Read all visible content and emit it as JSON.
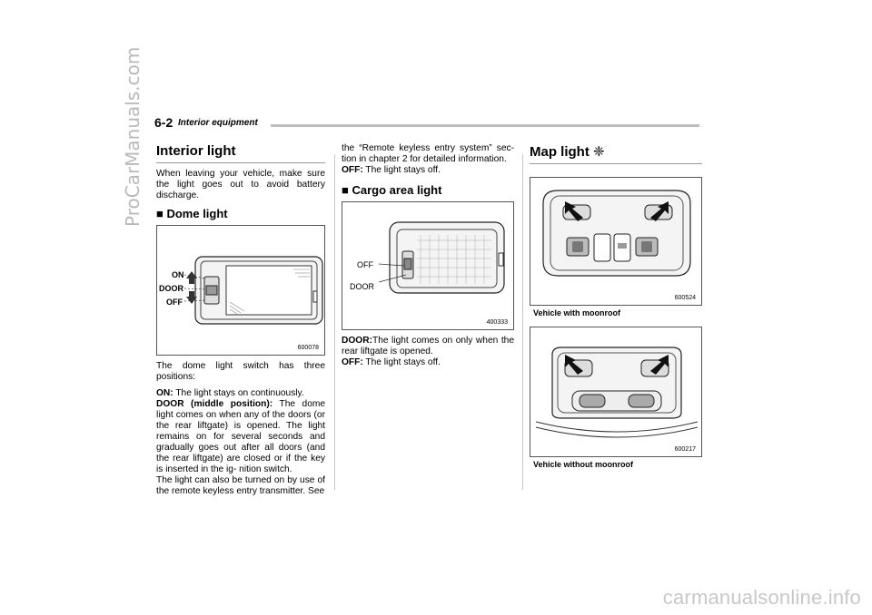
{
  "watermarks": {
    "side": "ProCarManuals.com",
    "bottom": "carmanualsonline.info"
  },
  "header": {
    "page_number": "6-2",
    "section": "Interior equipment"
  },
  "interior_light": {
    "title": "Interior light",
    "intro": "When leaving your vehicle, make sure the light goes out to avoid battery discharge.",
    "dome": {
      "title": "■ Dome light",
      "figure_code": "600078",
      "label_on": "ON",
      "label_door": "DOOR",
      "label_off": "OFF",
      "text_positions": "The dome light switch has three positions:",
      "on_term": "ON:",
      "on_text": " The light stays on continuously.",
      "door_term": "DOOR (middle position):",
      "door_text": " The dome light comes on when any of the doors (or the rear liftgate) is opened. The light remains on for several seconds and gradually goes out after all doors (and the rear liftgate) are closed or if the key is inserted in the ig- nition switch.",
      "keyless_text": "The light can also be turned on by use of the remote keyless entry transmitter. See"
    }
  },
  "column2": {
    "continued": "the “Remote keyless entry system” sec- tion in chapter 2 for detailed information.",
    "off_term": "OFF:",
    "off_text": " The light stays off.",
    "cargo": {
      "title": "■ Cargo area light",
      "figure_code": "400333",
      "label_off": "OFF",
      "label_door": "DOOR",
      "door_term": "DOOR:",
      "door_text": "The light comes on only when the rear liftgate is opened.",
      "off_term": "OFF:",
      "off_text": " The light stays off."
    }
  },
  "map_light": {
    "title": "Map light ❈",
    "fig1": {
      "code": "600524",
      "caption": "Vehicle with moonroof"
    },
    "fig2": {
      "code": "600217",
      "caption": "Vehicle without moonroof"
    }
  }
}
